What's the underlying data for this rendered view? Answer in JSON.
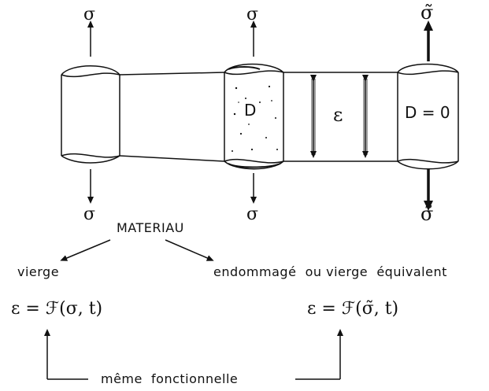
{
  "labels": {
    "sigma": "σ",
    "sigma_tilde": "σ̃",
    "damage": "D",
    "damage_zero": "D = 0",
    "strain": "ε",
    "material": "MATERIAU",
    "virgin": "vierge",
    "damaged": "endommagé  ou vierge  équivalent",
    "formula_virgin": "ε = ℱ(σ, t)",
    "formula_damaged": "ε = ℱ(σ̃, t)",
    "same_functional": "même  fonctionnelle"
  }
}
